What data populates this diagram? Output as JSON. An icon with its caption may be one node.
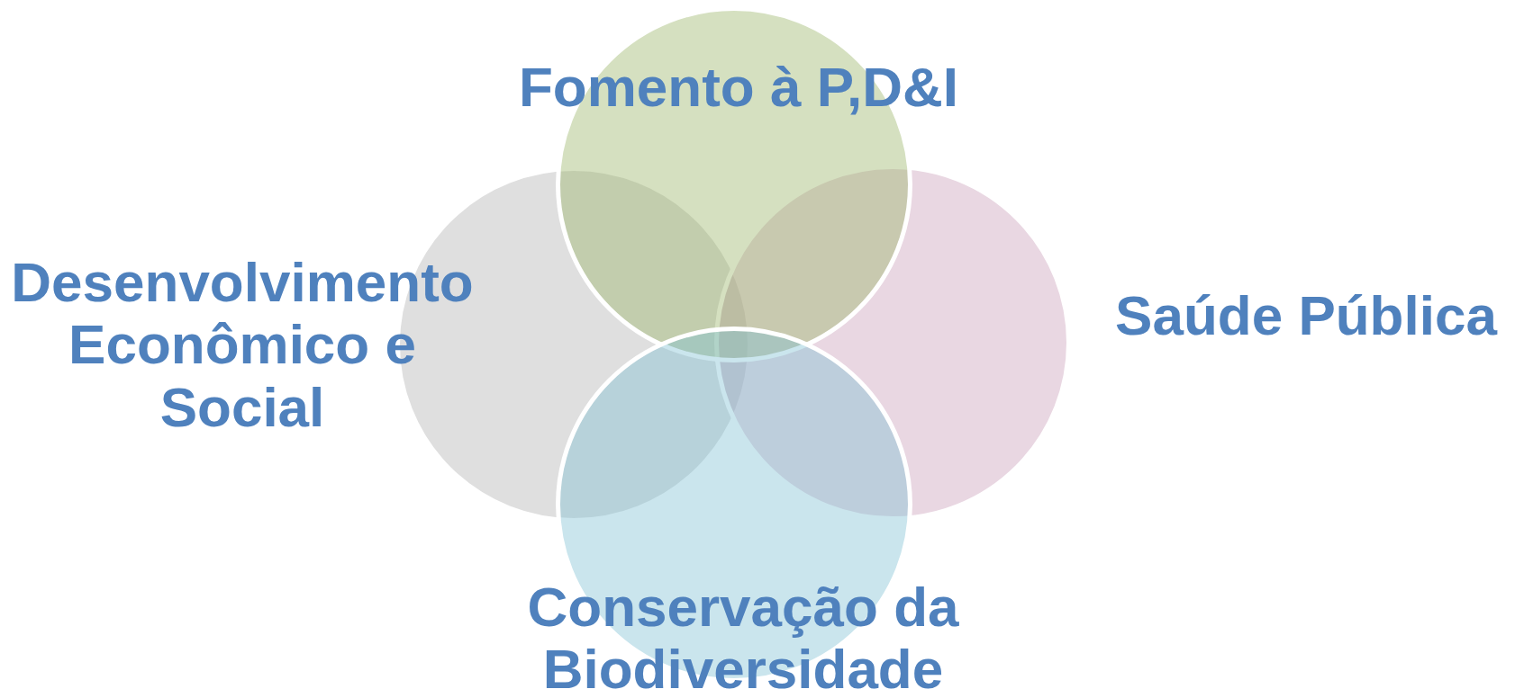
{
  "diagram": {
    "nodes": [
      {
        "text": [
          "Fomento à P,D&I"
        ]
      },
      {
        "text": [
          "Desenvolvimento Econômico e Social"
        ]
      },
      {
        "text": [
          "Saúde Pública"
        ]
      },
      {
        "text": [
          "Conservação da Biodiversidade"
        ]
      }
    ]
  }
}
